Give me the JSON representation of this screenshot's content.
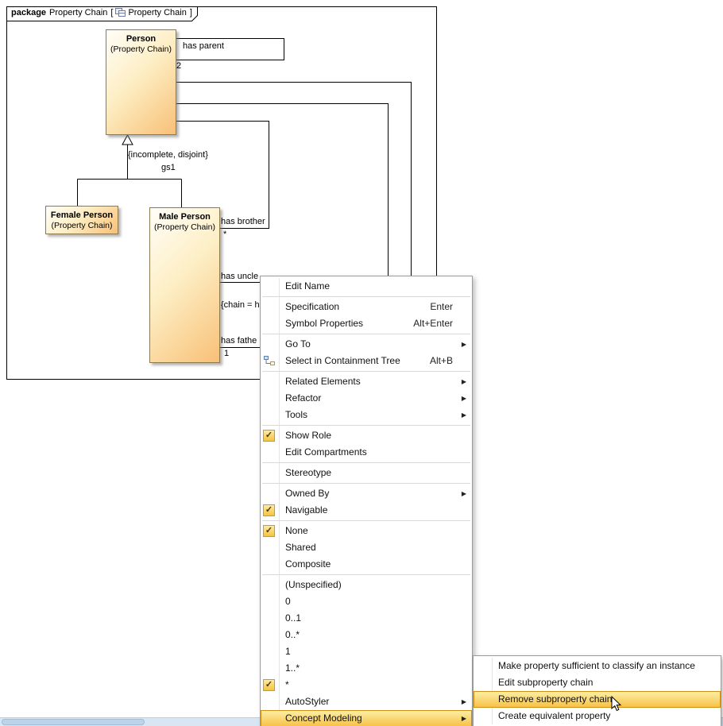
{
  "frame": {
    "keyword": "package",
    "name": "Property Chain",
    "bracket_open": "[",
    "diagram_name": "Property Chain",
    "bracket_close": "]"
  },
  "diagram": {
    "person": {
      "name": "Person",
      "stereotype": "(Property Chain)"
    },
    "female": {
      "name": "Female Person",
      "stereotype": "(Property Chain)"
    },
    "male": {
      "name": "Male Person",
      "stereotype": "(Property Chain)"
    },
    "generalization": {
      "constraint": "{incomplete, disjoint}",
      "set_name": "gs1"
    },
    "associations": {
      "has_parent": {
        "label": "has parent",
        "multiplicity": "2"
      },
      "has_brother": {
        "label": "has brother",
        "multiplicity": "*"
      },
      "has_uncle": {
        "label": "has uncle"
      },
      "chain_constraint": "{chain = h",
      "has_father": {
        "label": "has fathe",
        "multiplicity": "1"
      }
    }
  },
  "context_menu": {
    "items": [
      {
        "label": "Edit Name"
      },
      {
        "separator": true
      },
      {
        "label": "Specification",
        "shortcut": "Enter"
      },
      {
        "label": "Symbol Properties",
        "shortcut": "Alt+Enter"
      },
      {
        "separator": true
      },
      {
        "label": "Go To",
        "submenu": true
      },
      {
        "label": "Select in Containment Tree",
        "shortcut": "Alt+B",
        "icon": "containment-tree-icon"
      },
      {
        "separator": true
      },
      {
        "label": "Related Elements",
        "submenu": true
      },
      {
        "label": "Refactor",
        "submenu": true
      },
      {
        "label": "Tools",
        "submenu": true
      },
      {
        "separator": true
      },
      {
        "label": "Show Role",
        "checked": true
      },
      {
        "label": "Edit Compartments"
      },
      {
        "separator": true
      },
      {
        "label": "Stereotype"
      },
      {
        "separator": true
      },
      {
        "label": "Owned By",
        "submenu": true
      },
      {
        "label": "Navigable",
        "checked": true
      },
      {
        "separator": true
      },
      {
        "label": "None",
        "checked": true
      },
      {
        "label": "Shared"
      },
      {
        "label": "Composite"
      },
      {
        "separator": true
      },
      {
        "label": "(Unspecified)"
      },
      {
        "label": "0"
      },
      {
        "label": "0..1"
      },
      {
        "label": "0..*"
      },
      {
        "label": "1"
      },
      {
        "label": "1..*"
      },
      {
        "label": "*",
        "checked": true
      },
      {
        "label": "AutoStyler",
        "submenu": true
      },
      {
        "label": "Concept Modeling",
        "submenu": true,
        "highlighted": true
      }
    ]
  },
  "submenu": {
    "items": [
      {
        "label": "Make property sufficient to classify an instance"
      },
      {
        "label": "Edit subproperty chain"
      },
      {
        "label": "Remove subproperty chain",
        "highlighted": true
      },
      {
        "label": "Create equivalent property"
      }
    ]
  },
  "colors": {
    "class_fill_top": "#FFFEF8",
    "class_fill_bottom": "#F8C077",
    "class_border": "#8F7A4F",
    "menu_highlight_top": "#FDF1A9",
    "menu_highlight_bottom": "#F6BF44",
    "menu_highlight_border": "#D08F13",
    "check_fill": "#F6C33F",
    "scrollbar": "#D8E6F3"
  }
}
